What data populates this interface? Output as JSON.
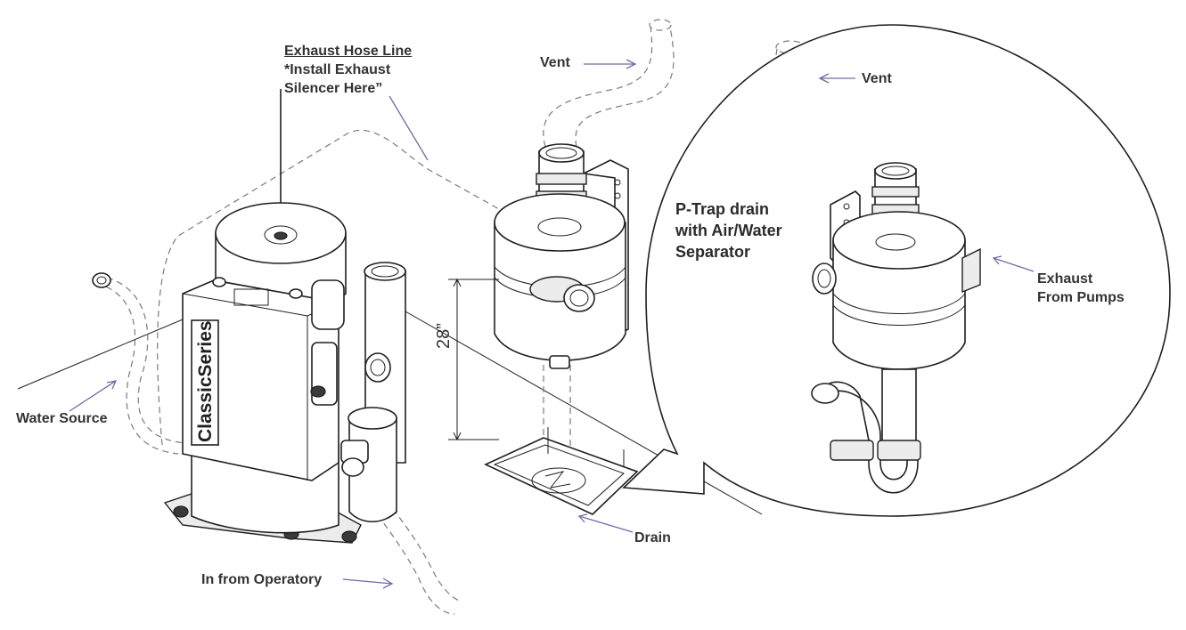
{
  "labels": {
    "exhaust_hose_title": "Exhaust Hose Line",
    "exhaust_hose_note_1": "*Install Exhaust",
    "exhaust_hose_note_2": "Silencer Here”",
    "vent_main": "Vent",
    "vent_detail": "Vent",
    "ptrap_1": "P-Trap drain",
    "ptrap_2": "with Air/Water",
    "ptrap_3": "Separator",
    "exhaust_pumps_1": "Exhaust",
    "exhaust_pumps_2": "From Pumps",
    "water_source": "Water Source",
    "drain": "Drain",
    "in_from_operatory": "In from Operatory",
    "height_dim": "28”",
    "brand": "ClassicSeries"
  },
  "colors": {
    "line": "#1f1f1f",
    "dashed": "#7a7a7a",
    "arrow": "#6a6fa3",
    "text": "#333333"
  }
}
